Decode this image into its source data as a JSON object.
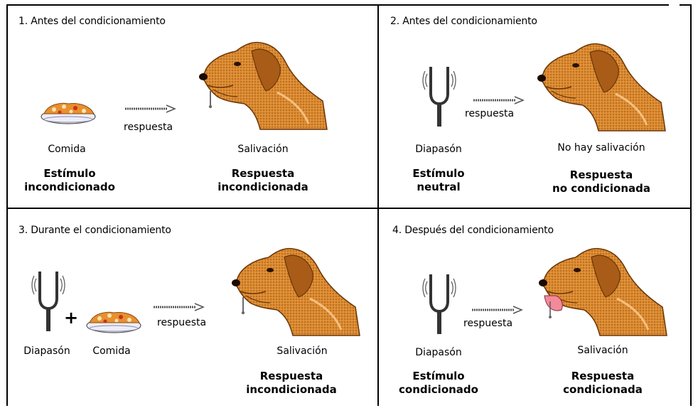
{
  "panels": [
    {
      "title": "1. Antes del condicionamiento",
      "arrow_label": "respuesta",
      "left_label": "Comida",
      "right_label": "Salivación",
      "left_term": [
        "Estímulo",
        "incondicionado"
      ],
      "right_term": [
        "Respuesta",
        "incondicionada"
      ]
    },
    {
      "title": "2. Antes del condicionamiento",
      "arrow_label": "respuesta",
      "left_label": "Diapasón",
      "right_label": "No hay salivación",
      "left_term": [
        "Estímulo",
        "neutral"
      ],
      "right_term": [
        "Respuesta",
        "no condicionada"
      ]
    },
    {
      "title": "3. Durante el condicionamiento",
      "arrow_label": "respuesta",
      "left_label": "Diapasón",
      "mid_label": "Comida",
      "plus": "+",
      "right_label": "Salivación",
      "right_term": [
        "Respuesta",
        "incondicionada"
      ]
    },
    {
      "title": "4. Después del condicionamiento",
      "arrow_label": "respuesta",
      "left_label": "Diapasón",
      "right_label": "Salivación",
      "left_term": [
        "Estímulo",
        "condicionado"
      ],
      "right_term": [
        "Respuesta",
        "condicionada"
      ]
    }
  ],
  "icons": {
    "dog": "dog-head-icon",
    "food": "food-bowl-icon",
    "fork": "tuning-fork-icon",
    "arrow": "dotted-arrow-icon"
  },
  "colors": {
    "dog_fur": "#D9822B",
    "dog_dark": "#8A4A12",
    "bowl": "#E6E6F5",
    "food": "#E8902F"
  }
}
